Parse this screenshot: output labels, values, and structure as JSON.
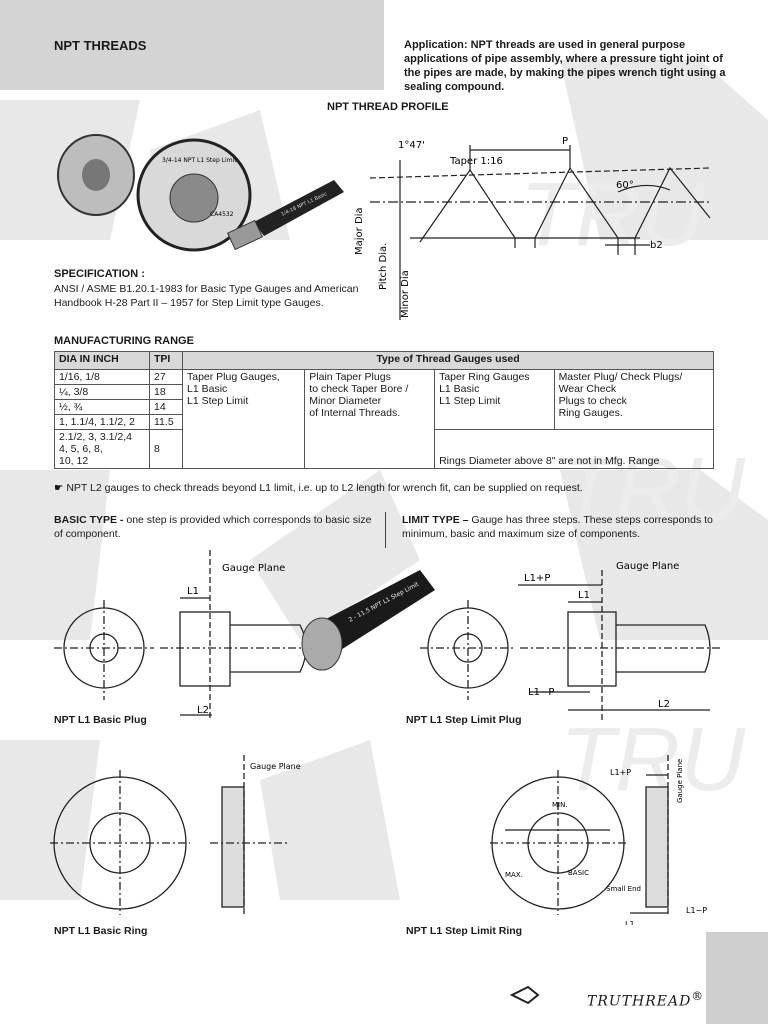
{
  "header": {
    "title": "NPT THREADS",
    "application": "Application:   NPT threads are used in general purpose applications of pipe assembly, where a pressure tight joint of the pipes are made, by making the pipes wrench tight using a sealing  compound."
  },
  "profile": {
    "title": "NPT THREAD PROFILE",
    "angle": "1°47'",
    "taper": "Taper  1:16",
    "pitch": "P",
    "thread_angle": "60°",
    "b2": "b2",
    "major": "Major Dia",
    "pitch_dia": "Pitch Dia.",
    "minor": "Minor Dia"
  },
  "photo": {
    "ring_label": "3/4-14 NPT L1 Step Limit",
    "ring_code": "CA4532",
    "plug_label": "1/4-18 NPT L1 Basic"
  },
  "spec": {
    "heading": "SPECIFICATION :",
    "text": "ANSI / ASME B1.20.1-1983 for Basic Type Gauges and American Handbook H-28  Part II – 1957 for Step Limit type Gauges."
  },
  "mfg": {
    "heading": "MANUFACTURING RANGE",
    "col_dia": "DIA IN INCH",
    "col_tpi": "TPI",
    "col_types": "Type of Thread Gauges used",
    "rows": [
      {
        "dia": "1/16, 1/8",
        "tpi": "27"
      },
      {
        "dia": "¼, 3/8",
        "tpi": "18"
      },
      {
        "dia": "½, ¾",
        "tpi": "14"
      },
      {
        "dia": "1, 1.1/4, 1.1/2, 2",
        "tpi": "11.5"
      },
      {
        "dia": "2.1/2, 3, 3.1/2,4\n4, 5, 6, 8,\n10, 12",
        "tpi": "8"
      }
    ],
    "types": [
      "Taper Plug Gauges,\nL1 Basic\nL1 Step Limit",
      "Plain Taper Plugs\nto check Taper Bore /\nMinor Diameter\nof Internal Threads.",
      "Taper Ring Gauges\nL1 Basic\nL1 Step Limit",
      "Master Plug/ Check Plugs/\nWear Check\nPlugs to check\nRing Gauges."
    ],
    "ring_note": "Rings Diameter above 8\" are not in Mfg. Range"
  },
  "note": "☛ NPT L2 gauges to check threads beyond L1 limit, i.e. up to L2 length for wrench fit, can be supplied on request.",
  "basic": {
    "title": "BASIC TYPE -",
    "text": " one step is provided which corresponds to basic size of component."
  },
  "limit": {
    "title": "LIMIT TYPE –",
    "text": " Gauge has three steps. These steps corresponds to minimum, basic and maximum size of components."
  },
  "drawings": {
    "gauge_plane": "Gauge  Plane",
    "gauge_plane_small": "Gauge  Plane",
    "l1": "L1",
    "l2": "L2",
    "l1p": "L1+P",
    "l1m": "L1−P",
    "plug_photo_label": "2 - 11.5 NPT L1 Step Limit",
    "min": "MIN.",
    "max": "MAX.",
    "basic": "BASIC",
    "small_end": "Small\nEnd",
    "cap_basic_plug": "NPT L1 Basic Plug",
    "cap_step_plug": "NPT L1 Step Limit Plug",
    "cap_basic_ring": "NPT L1 Basic Ring",
    "cap_step_ring": "NPT L1 Step Limit Ring"
  },
  "brand": {
    "name": "TRUTHREAD",
    "mark": "®",
    "watermark": "TRU"
  },
  "colors": {
    "band": "#d4d4d4",
    "ink": "#1a1a1a",
    "watermark": "#e6e6e6"
  }
}
